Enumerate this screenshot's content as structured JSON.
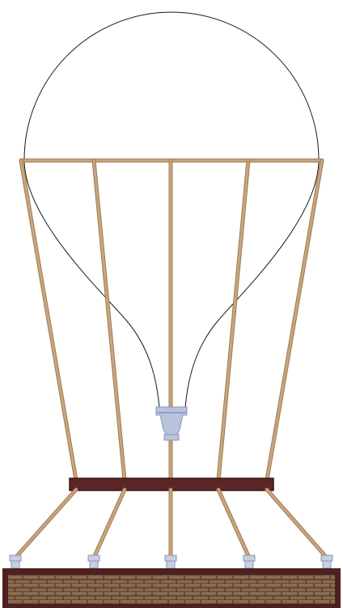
{
  "scene": {
    "name": "hot-air-balloon-sprite",
    "colors": {
      "background": "#ffffff",
      "envelope_outline": "#1a1a1a",
      "rope": "#c9a57e",
      "rope_shadow": "#a07a55",
      "spreader_bar": "#5a2626",
      "spreader_bar_edge": "#3a1616",
      "burner": "#b8c4dc",
      "burner_shade": "#8796b8",
      "basket_frame": "#4e2020",
      "basket_brick": "#8a6a4c",
      "basket_mortar": "#3d2b1e",
      "hook": "#c7cfe0"
    },
    "ropes_upper_count": 5,
    "ropes_lower_count": 5,
    "hooks_count": 5
  }
}
